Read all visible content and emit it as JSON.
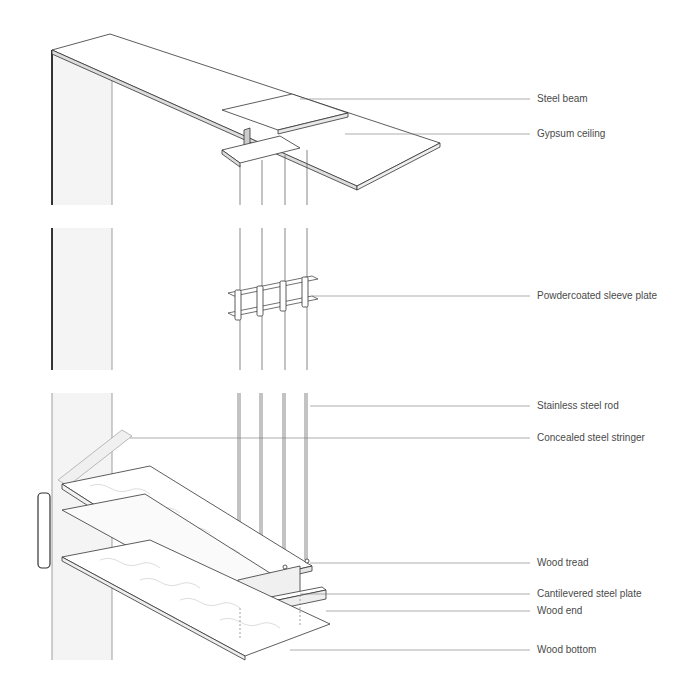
{
  "diagram": {
    "labels": [
      "Steel beam",
      "Gypsum ceiling",
      "Powdercoated sleeve plate",
      "Stainless steel rod",
      "Concealed steel stringer",
      "Wood tread",
      "Cantilevered steel plate",
      "Wood end",
      "Wood bottom"
    ]
  }
}
